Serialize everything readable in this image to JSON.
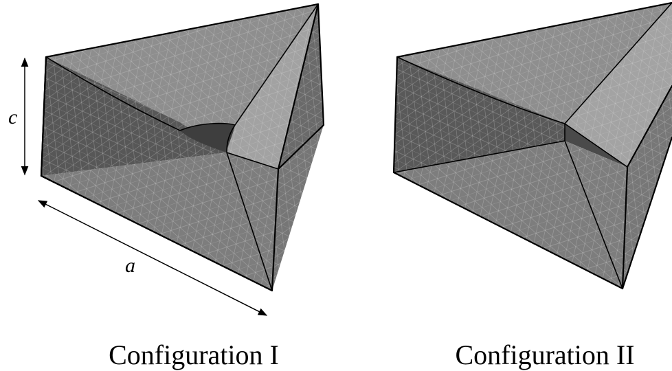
{
  "figure": {
    "panels": [
      {
        "caption": "Configuration I"
      },
      {
        "caption": "Configuration II"
      }
    ],
    "dimensions": {
      "height_label": "c",
      "side_label": "a"
    },
    "colors": {
      "background": "#ffffff",
      "top_face": "#8e8e8e",
      "top_face_light": "#9c9c9c",
      "side_face_dark": "#4e4e4e",
      "side_face_mid": "#6a6a6a",
      "floor_face": "#7c7c7c",
      "edge": "#000000",
      "mesh": "#d8d8d8"
    }
  }
}
